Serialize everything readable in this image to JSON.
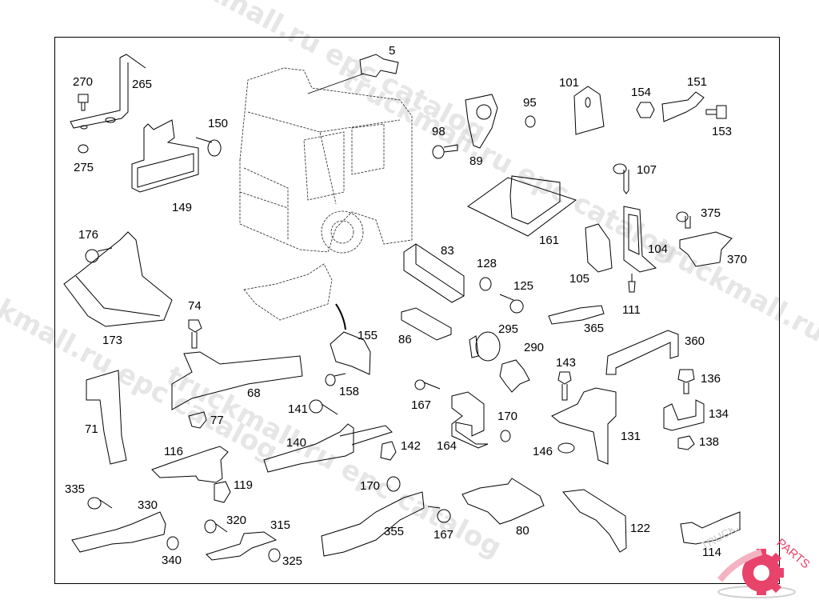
{
  "diagram": {
    "title": "Truck cab brackets and mounting parts exploded view",
    "callouts": [
      {
        "id": "5",
        "label": "5"
      },
      {
        "id": "270",
        "label": "270"
      },
      {
        "id": "265",
        "label": "265"
      },
      {
        "id": "275",
        "label": "275"
      },
      {
        "id": "150",
        "label": "150"
      },
      {
        "id": "149",
        "label": "149"
      },
      {
        "id": "101",
        "label": "101"
      },
      {
        "id": "95",
        "label": "95"
      },
      {
        "id": "154",
        "label": "154"
      },
      {
        "id": "151",
        "label": "151"
      },
      {
        "id": "153",
        "label": "153"
      },
      {
        "id": "98",
        "label": "98"
      },
      {
        "id": "89",
        "label": "89"
      },
      {
        "id": "107",
        "label": "107"
      },
      {
        "id": "161",
        "label": "161"
      },
      {
        "id": "375",
        "label": "375"
      },
      {
        "id": "104",
        "label": "104"
      },
      {
        "id": "370",
        "label": "370"
      },
      {
        "id": "105",
        "label": "105"
      },
      {
        "id": "111",
        "label": "111"
      },
      {
        "id": "176",
        "label": "176"
      },
      {
        "id": "173",
        "label": "173"
      },
      {
        "id": "83",
        "label": "83"
      },
      {
        "id": "128",
        "label": "128"
      },
      {
        "id": "125",
        "label": "125"
      },
      {
        "id": "74",
        "label": "74"
      },
      {
        "id": "155",
        "label": "155"
      },
      {
        "id": "86",
        "label": "86"
      },
      {
        "id": "295",
        "label": "295"
      },
      {
        "id": "365",
        "label": "365"
      },
      {
        "id": "360",
        "label": "360"
      },
      {
        "id": "290",
        "label": "290"
      },
      {
        "id": "143",
        "label": "143"
      },
      {
        "id": "136",
        "label": "136"
      },
      {
        "id": "68",
        "label": "68"
      },
      {
        "id": "158",
        "label": "158"
      },
      {
        "id": "167a",
        "label": "167"
      },
      {
        "id": "134",
        "label": "134"
      },
      {
        "id": "71",
        "label": "71"
      },
      {
        "id": "77",
        "label": "77"
      },
      {
        "id": "141",
        "label": "141"
      },
      {
        "id": "170a",
        "label": "170"
      },
      {
        "id": "131",
        "label": "131"
      },
      {
        "id": "138",
        "label": "138"
      },
      {
        "id": "140",
        "label": "140"
      },
      {
        "id": "142",
        "label": "142"
      },
      {
        "id": "164",
        "label": "164"
      },
      {
        "id": "146",
        "label": "146"
      },
      {
        "id": "116",
        "label": "116"
      },
      {
        "id": "119",
        "label": "119"
      },
      {
        "id": "170b",
        "label": "170"
      },
      {
        "id": "335",
        "label": "335"
      },
      {
        "id": "330",
        "label": "330"
      },
      {
        "id": "320",
        "label": "320"
      },
      {
        "id": "315",
        "label": "315"
      },
      {
        "id": "355",
        "label": "355"
      },
      {
        "id": "167b",
        "label": "167"
      },
      {
        "id": "80",
        "label": "80"
      },
      {
        "id": "122",
        "label": "122"
      },
      {
        "id": "114",
        "label": "114"
      },
      {
        "id": "340",
        "label": "340"
      },
      {
        "id": "325",
        "label": "325"
      }
    ]
  },
  "watermarks": [
    "truckmall.ru epc catalog",
    "truckmall.ru epc catalog",
    "truckmall.ru epc catalog",
    "truckmall.ru epc catalog",
    "truckmall.ru epc catalog"
  ],
  "logo": {
    "text_left": "TRUCKMALL",
    "text_right": "PARTS",
    "accent_color": "#e8436b"
  }
}
